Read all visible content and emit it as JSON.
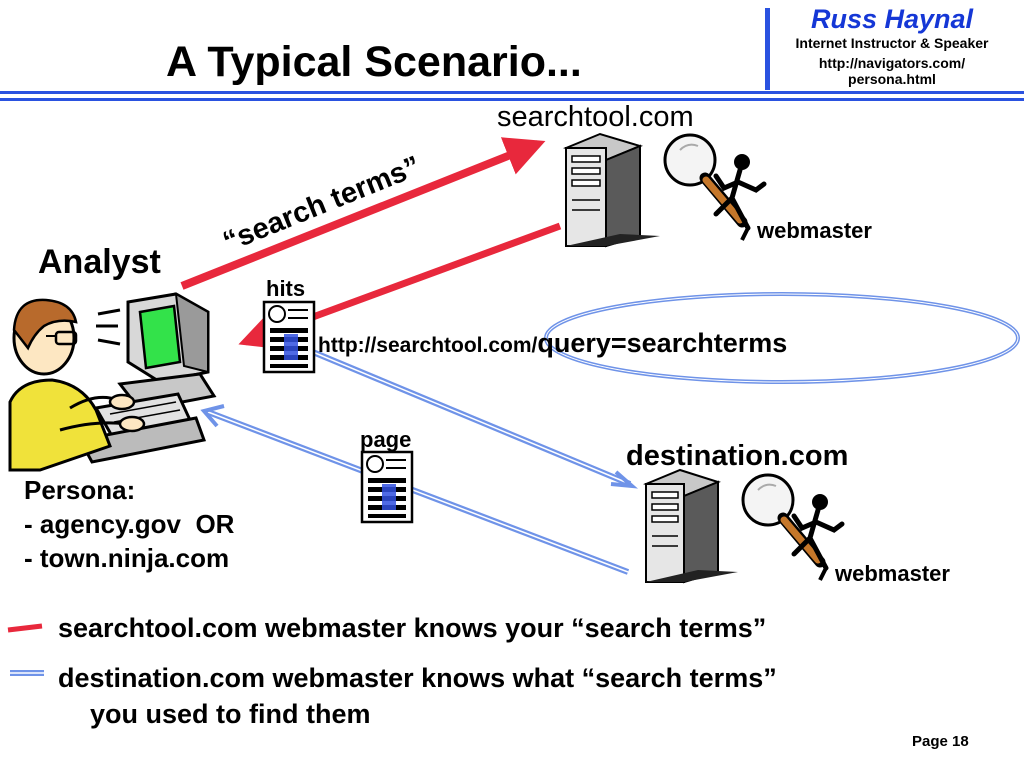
{
  "slide": {
    "title": "A Typical Scenario...",
    "page_label": "Page 18"
  },
  "author": {
    "name": "Russ Haynal",
    "role": "Internet Instructor & Speaker",
    "url_line1": "http://navigators.com/",
    "url_line2": "persona.html"
  },
  "diagram": {
    "search_server_label": "searchtool.com",
    "search_terms_label": "“search terms”",
    "analyst_label": "Analyst",
    "hits_label": "hits",
    "url_prefix": "http://searchtool.com/",
    "url_query": "query=searchterms",
    "page_label": "page",
    "destination_label": "destination.com",
    "webmaster_label_1": "webmaster",
    "webmaster_label_2": "webmaster"
  },
  "persona": {
    "heading": "Persona:",
    "line1": "- agency.gov  OR",
    "line2": "- town.ninja.com"
  },
  "legend": {
    "red_text": "searchtool.com webmaster knows your “search terms”",
    "blue_text_line1": "destination.com webmaster knows what “search terms”",
    "blue_text_line2": "you used to find them"
  },
  "colors": {
    "accent_blue": "#2a52e0",
    "author_blue": "#1537d6",
    "red_flow": "#e8283c",
    "blue_flow": "#6f93e8",
    "monitor_green": "#33e24a",
    "shirt_yellow": "#f0e23a",
    "magnifier_handle": "#c5772a"
  }
}
